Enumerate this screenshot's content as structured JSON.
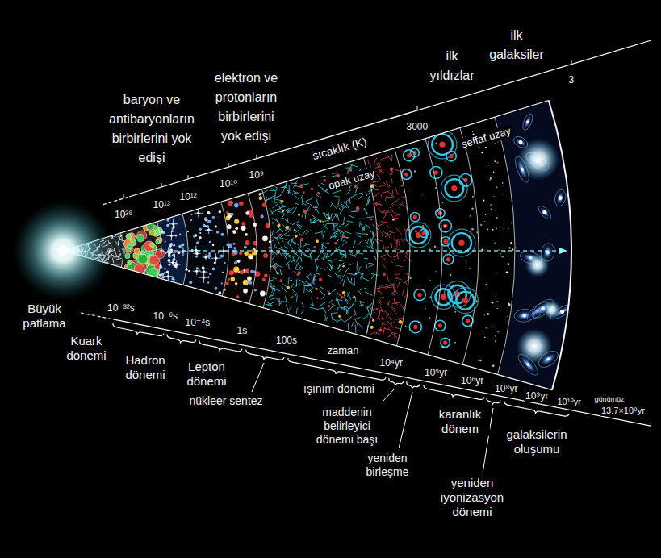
{
  "diagram": {
    "labels": [
      "baryon ve antibaryonların birbirlerini yok edişi",
      "elektron ve protonların birbirlerini yok edişi",
      "ilk yıldızlar",
      "ilk galaksiler",
      "sıcaklık (K)",
      "opak uzay",
      "şeffaf uzay",
      "10²⁶",
      "10¹³",
      "10¹²",
      "10¹⁰",
      "10⁹",
      "3000",
      "3",
      "Büyük patlama",
      "10⁻³²s",
      "10⁻⁶s",
      "10⁻⁴s",
      "1s",
      "100s",
      "zaman",
      "10⁴yr",
      "10⁵yr",
      "10⁶yr",
      "10⁸yr",
      "10⁹yr",
      "10¹⁰yr",
      "günümüz",
      "13.7×10⁹yr",
      "Kuark dönemi",
      "Hadron dönemi",
      "Lepton dönemi",
      "nükleer sentez",
      "ışınım dönemi",
      "maddenin belirleyici dönemi başı",
      "yeniden birleşme",
      "karanlık dönem",
      "yeniden iyonizasyon dönemi",
      "galaksilerin oluşumu"
    ]
  }
}
